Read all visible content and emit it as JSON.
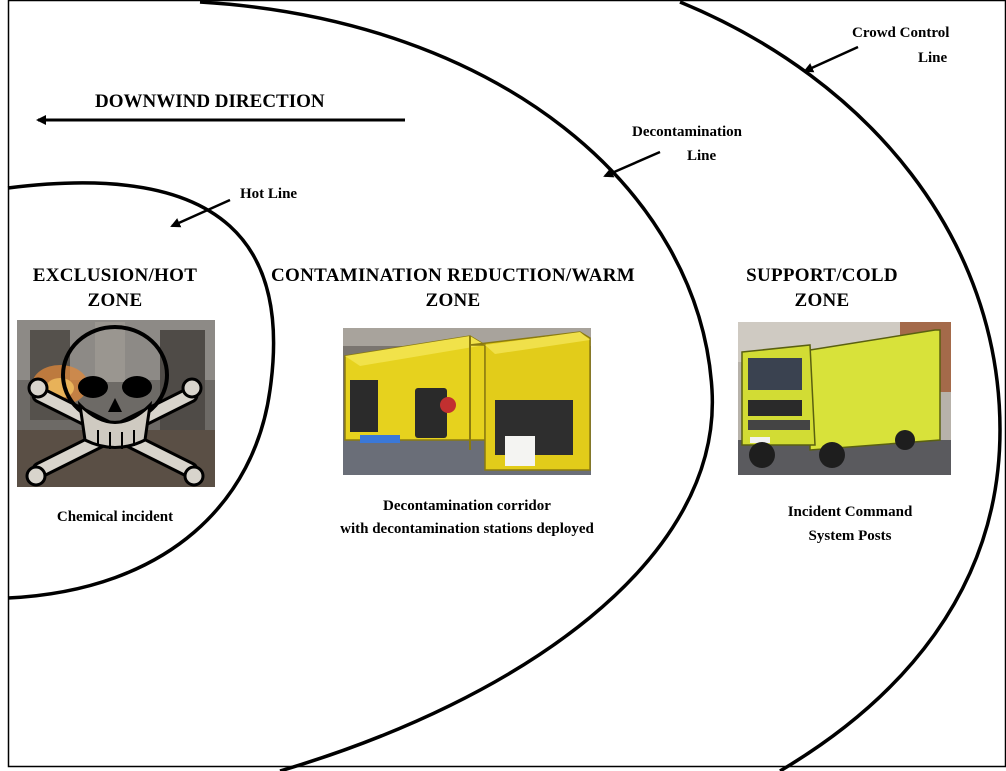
{
  "direction": {
    "text": "DOWNWIND DIRECTION"
  },
  "lines": {
    "hot": "Hot Line",
    "decon_1": "Decontamination",
    "decon_2": "Line",
    "crowd_1": "Crowd Control",
    "crowd_2": "Line"
  },
  "zones": {
    "exclusion": {
      "title_1": "EXCLUSION/HOT",
      "title_2": "ZONE",
      "caption": "Chemical incident"
    },
    "warm": {
      "title_1": "CONTAMINATION  REDUCTION/WARM",
      "title_2": "ZONE",
      "caption_1": "Decontamination corridor",
      "caption_2": "with  decontamination  stations deployed"
    },
    "cold": {
      "title_1": "SUPPORT/COLD",
      "title_2": "ZONE",
      "caption_1": "Incident Command",
      "caption_2": "System Posts"
    }
  },
  "colors": {
    "line": "#000000",
    "tent_yellow": "#e6d21e",
    "truck_yellow": "#d8e23a",
    "ground_blue": "#3f5fa8"
  },
  "icons": [
    "left-arrow-icon",
    "skull-crossbones-icon"
  ]
}
